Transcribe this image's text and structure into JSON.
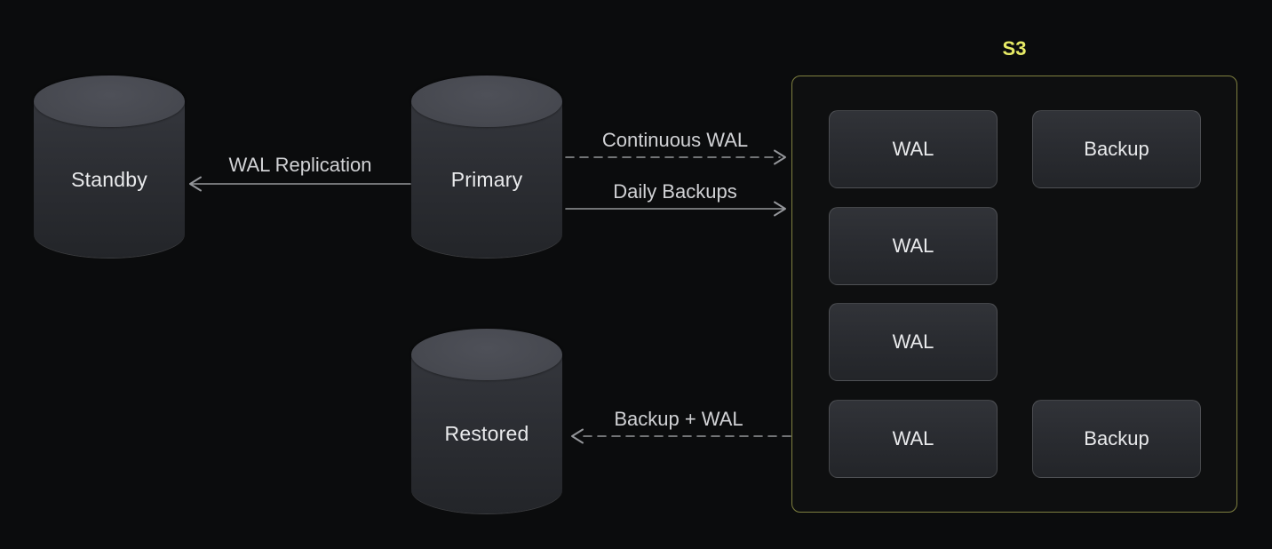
{
  "diagram": {
    "background_color": "#0b0c0d",
    "accent_yellow": "#e7eb66",
    "s3_border_color": "#7f8040",
    "arrow_color": "#94969a",
    "nodes": {
      "standby": {
        "label": "Standby",
        "type": "database-cylinder"
      },
      "primary": {
        "label": "Primary",
        "type": "database-cylinder"
      },
      "restored": {
        "label": "Restored",
        "type": "database-cylinder"
      }
    },
    "s3": {
      "title": "S3",
      "wal_items": [
        {
          "label": "WAL"
        },
        {
          "label": "WAL"
        },
        {
          "label": "WAL"
        },
        {
          "label": "WAL"
        }
      ],
      "backup_items": [
        {
          "label": "Backup"
        },
        {
          "label": "Backup"
        }
      ]
    },
    "arrows": {
      "wal_replication": {
        "label": "WAL Replication",
        "style": "solid",
        "direction": "left",
        "from": "primary",
        "to": "standby"
      },
      "continuous_wal": {
        "label": "Continuous WAL",
        "style": "dashed",
        "direction": "right",
        "from": "primary",
        "to": "s3"
      },
      "daily_backups": {
        "label": "Daily Backups",
        "style": "solid",
        "direction": "right",
        "from": "primary",
        "to": "s3"
      },
      "backup_wal": {
        "label": "Backup + WAL",
        "style": "dashed",
        "direction": "left",
        "from": "s3",
        "to": "restored"
      }
    }
  }
}
